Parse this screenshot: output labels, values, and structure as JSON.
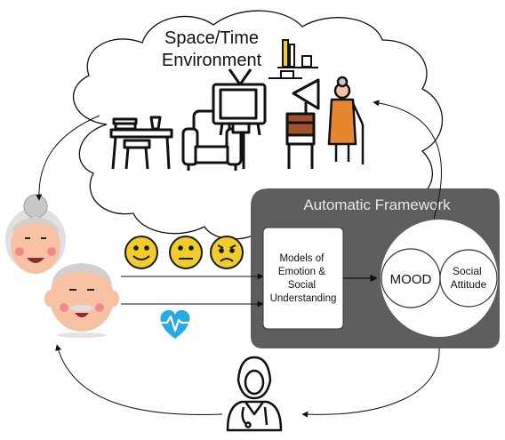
{
  "cloud": {
    "title_line1": "Space/Time",
    "title_line2": "Environment"
  },
  "framework": {
    "title": "Automatic Framework",
    "models_lines": [
      "Models of",
      "Emotion &",
      "Social",
      "Understanding"
    ],
    "mood_label": "MOOD",
    "social_lines": [
      "Social",
      "Attitude"
    ]
  },
  "colors": {
    "framework_bg": "#5e5e5e",
    "emoji_yellow": "#f2cc2a",
    "emoji_outline": "#1a1a1a",
    "heart": "#27aae1",
    "skin": "#f7c2a3",
    "hair": "#c8c8c8",
    "cheek": "#f08a8a"
  },
  "icons": [
    "cloud-icon",
    "bookshelf-icon",
    "desk-icon",
    "armchair-icon",
    "tv-icon",
    "gramophone-icon",
    "elderly-woman-icon",
    "grandmother-icon",
    "grandfather-icon",
    "smiley-happy-icon",
    "smiley-neutral-icon",
    "smiley-frown-icon",
    "heart-rate-icon",
    "doctor-icon"
  ]
}
